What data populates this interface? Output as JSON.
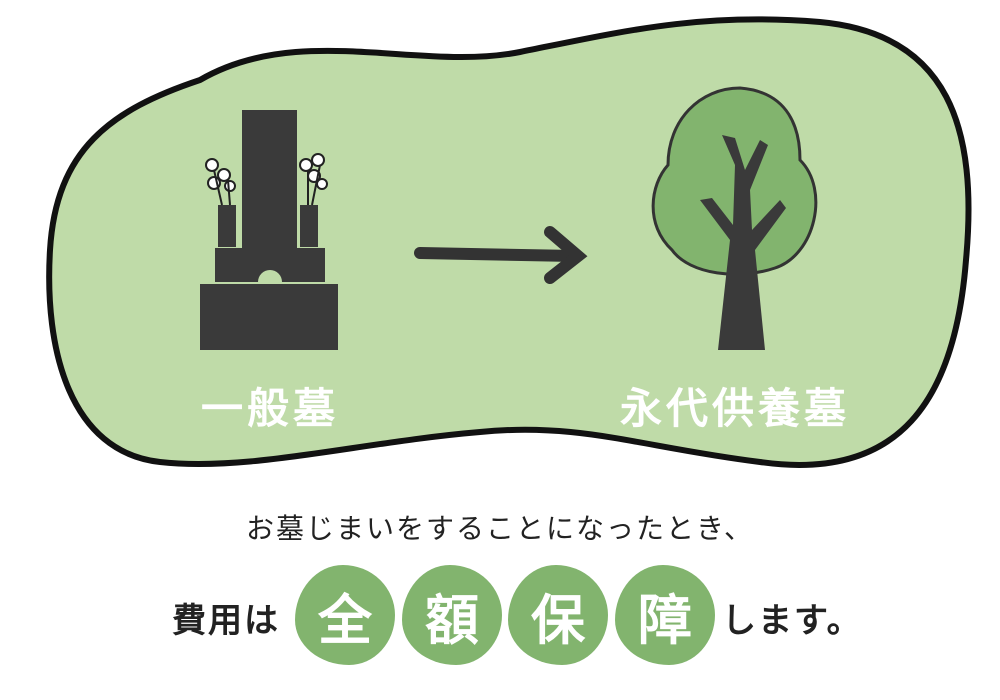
{
  "colors": {
    "blob": "#bfdba8",
    "accent": "#82b46e",
    "ink": "#333333"
  },
  "illustration": {
    "left_label": "一般墓",
    "right_label": "永代供養墓",
    "left_icon": "gravestone-icon",
    "arrow_icon": "arrow-right-icon",
    "right_icon": "tree-icon"
  },
  "message": {
    "line1": "お墓じまいをすることになったとき、",
    "prefix": "費用は",
    "badges": [
      "全",
      "額",
      "保",
      "障"
    ],
    "suffix": "します。"
  }
}
